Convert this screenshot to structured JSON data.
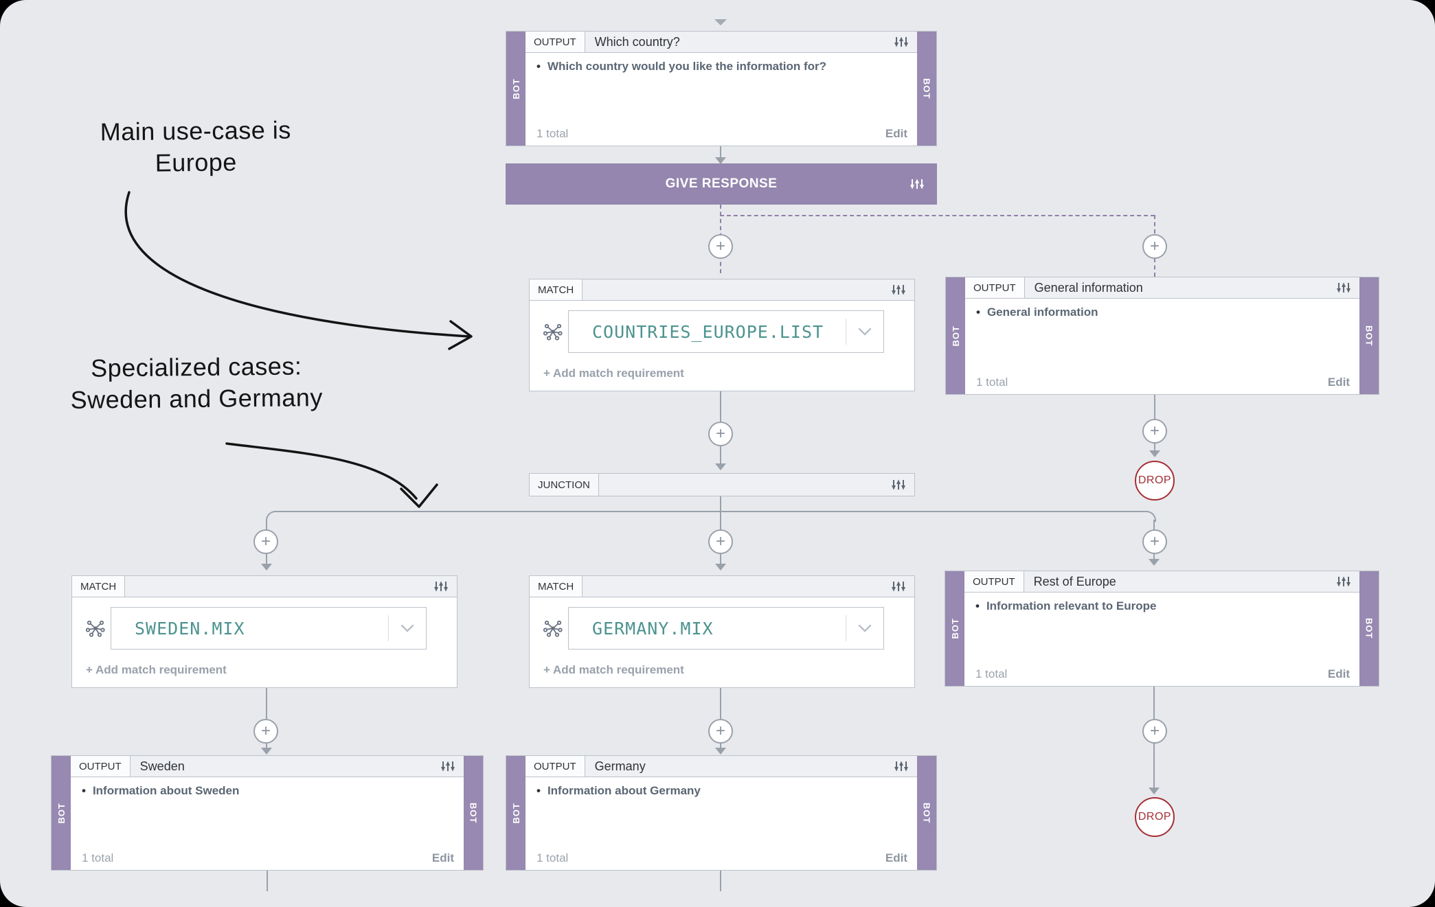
{
  "labels": {
    "bot": "BOT",
    "plus": "+",
    "bullet": "•"
  },
  "top_node": {
    "type_label": "OUTPUT",
    "title": "Which country?",
    "bullet_text": "Which country would you like the information for?",
    "total": "1 total",
    "edit": "Edit"
  },
  "give_response": {
    "label": "GIVE RESPONSE"
  },
  "match_europe": {
    "type_label": "MATCH",
    "value": "COUNTRIES_EUROPE.LIST",
    "add_requirement": "+ Add match requirement"
  },
  "general_info_node": {
    "type_label": "OUTPUT",
    "title": "General information",
    "bullet_text": "General information",
    "total": "1 total",
    "edit": "Edit"
  },
  "junction": {
    "type_label": "JUNCTION"
  },
  "match_sweden": {
    "type_label": "MATCH",
    "value": "SWEDEN.MIX",
    "add_requirement": "+ Add match requirement"
  },
  "match_germany": {
    "type_label": "MATCH",
    "value": "GERMANY.MIX",
    "add_requirement": "+ Add match requirement"
  },
  "rest_of_europe_node": {
    "type_label": "OUTPUT",
    "title": "Rest of Europe",
    "bullet_text": "Information relevant to Europe",
    "total": "1 total",
    "edit": "Edit"
  },
  "sweden_node": {
    "type_label": "OUTPUT",
    "title": "Sweden",
    "bullet_text": "Information about Sweden",
    "total": "1 total",
    "edit": "Edit"
  },
  "germany_node": {
    "type_label": "OUTPUT",
    "title": "Germany",
    "bullet_text": "Information about Germany",
    "total": "1 total",
    "edit": "Edit"
  },
  "drops": {
    "drop1": "DROP",
    "drop2": "DROP"
  },
  "annotations": {
    "main_line1": "Main use-case is",
    "main_line2": "Europe",
    "spec_line1": "Specialized cases:",
    "spec_line2": "Sweden and Germany"
  },
  "colors": {
    "purple_bar": "#9486AE",
    "purple_strip": "#9789B1",
    "dashed_purple": "#8F7FA9",
    "teal_value": "#4C938F",
    "drop_red": "#A42F35",
    "connector_gray": "#99A1AB",
    "background": "#E8E9ED"
  }
}
